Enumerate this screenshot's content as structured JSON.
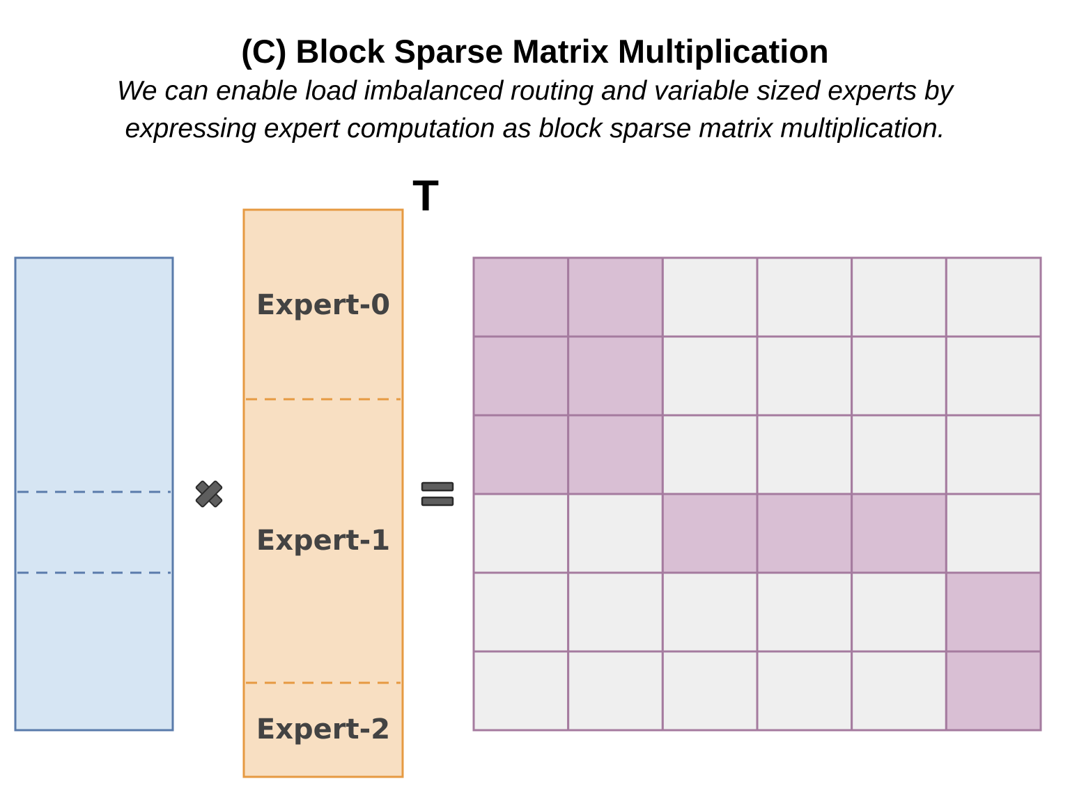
{
  "header": {
    "title": "(C) Block Sparse Matrix Multiplication",
    "subtitle_line1": "We can enable load imbalanced routing and variable sized experts by",
    "subtitle_line2": "expressing expert computation as block sparse matrix multiplication."
  },
  "colors": {
    "input_fill": "#d6e5f3",
    "input_stroke": "#5a7bab",
    "expert_fill": "#f8dfc2",
    "expert_stroke": "#e69a42",
    "output_active_fill": "#d9bfd4",
    "output_inactive_fill": "#efefef",
    "output_stroke": "#a57b9f",
    "operator_fill": "#5e5e5e"
  },
  "input_matrix": {
    "dashed_dividers": 2
  },
  "expert_matrix": {
    "transpose_label": "T",
    "experts": [
      {
        "label": "Expert-0"
      },
      {
        "label": "Expert-1"
      },
      {
        "label": "Expert-2"
      }
    ]
  },
  "operators": {
    "multiply_icon": "multiply-icon",
    "equals_icon": "equals-icon"
  },
  "output_matrix": {
    "rows": 6,
    "cols": 6,
    "block_mask": [
      [
        1,
        1,
        0,
        0,
        0,
        0
      ],
      [
        1,
        1,
        0,
        0,
        0,
        0
      ],
      [
        1,
        1,
        0,
        0,
        0,
        0
      ],
      [
        0,
        0,
        1,
        1,
        1,
        0
      ],
      [
        0,
        0,
        0,
        0,
        0,
        1
      ],
      [
        0,
        0,
        0,
        0,
        0,
        1
      ]
    ]
  }
}
